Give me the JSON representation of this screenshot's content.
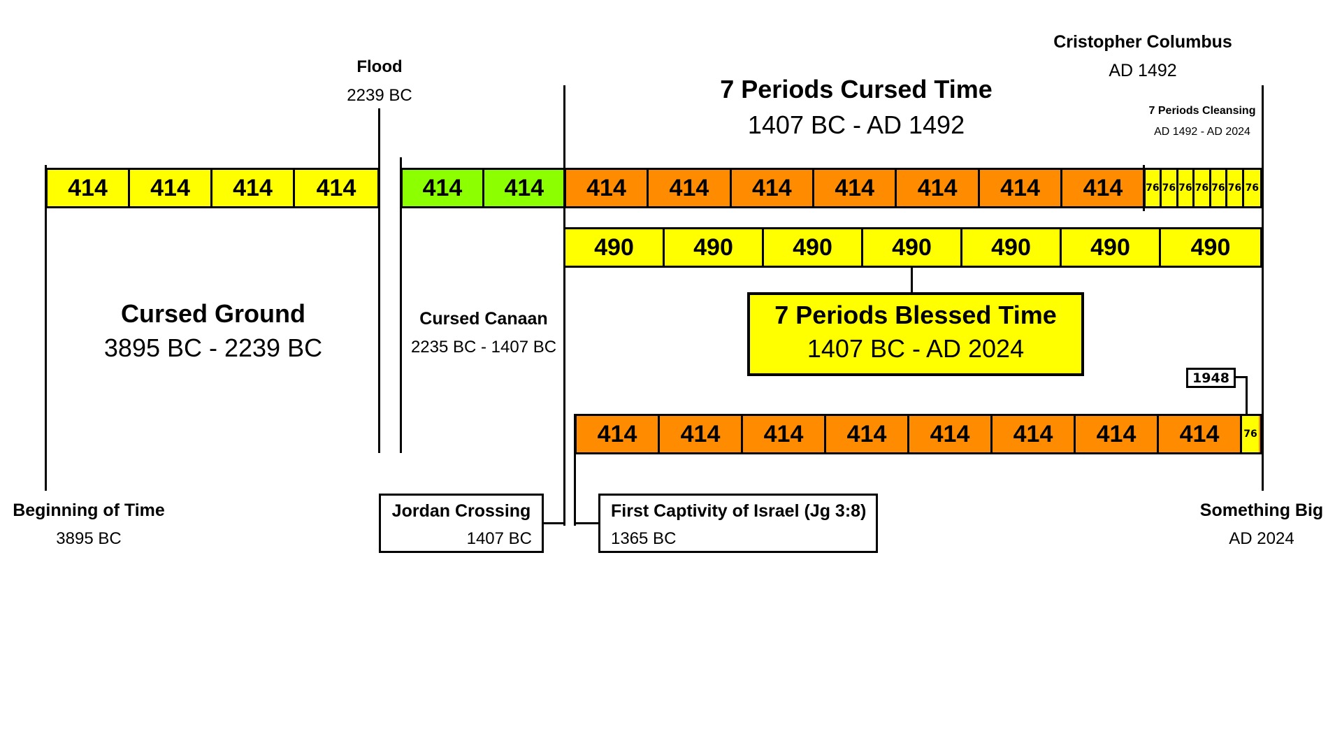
{
  "colors": {
    "yellow": "#ffff00",
    "green": "#8cff00",
    "orange": "#ff8c00",
    "black": "#000000"
  },
  "top_bar_left": {
    "segments": [
      "414",
      "414",
      "414",
      "414"
    ],
    "color": "#ffff00"
  },
  "top_bar_right": {
    "green_segments": [
      "414",
      "414"
    ],
    "orange_segments": [
      "414",
      "414",
      "414",
      "414",
      "414",
      "414",
      "414"
    ],
    "small_segments": [
      "76",
      "76",
      "76",
      "76",
      "76",
      "76",
      "76"
    ]
  },
  "middle_bar": {
    "segments": [
      "490",
      "490",
      "490",
      "490",
      "490",
      "490",
      "490"
    ],
    "color": "#ffff00"
  },
  "bottom_bar": {
    "segments": [
      "414",
      "414",
      "414",
      "414",
      "414",
      "414",
      "414",
      "414"
    ],
    "end_segment": "76"
  },
  "labels": {
    "flood_title": "Flood",
    "flood_date": "2239 BC",
    "cursed_time_title": "7 Periods Cursed Time",
    "cursed_time_range": "1407 BC - AD 1492",
    "columbus_title": "Cristopher Columbus",
    "columbus_date": "AD 1492",
    "cleansing_title": "7 Periods Cleansing",
    "cleansing_range": "AD 1492 - AD 2024",
    "cursed_ground_title": "Cursed Ground",
    "cursed_ground_range": "3895 BC - 2239 BC",
    "cursed_canaan_title": "Cursed Canaan",
    "cursed_canaan_range": "2235 BC - 1407 BC",
    "blessed_time_title": "7 Periods Blessed Time",
    "blessed_time_range": "1407 BC - AD 2024",
    "marker_1948": "1948",
    "beginning_title": "Beginning of Time",
    "beginning_date": "3895 BC",
    "jordan_title": "Jordan Crossing",
    "jordan_date": "1407 BC",
    "captivity_title": "First Captivity of Israel (Jg 3:8)",
    "captivity_date": "1365 BC",
    "something_big_title": "Something Big",
    "something_big_date": "AD 2024"
  }
}
